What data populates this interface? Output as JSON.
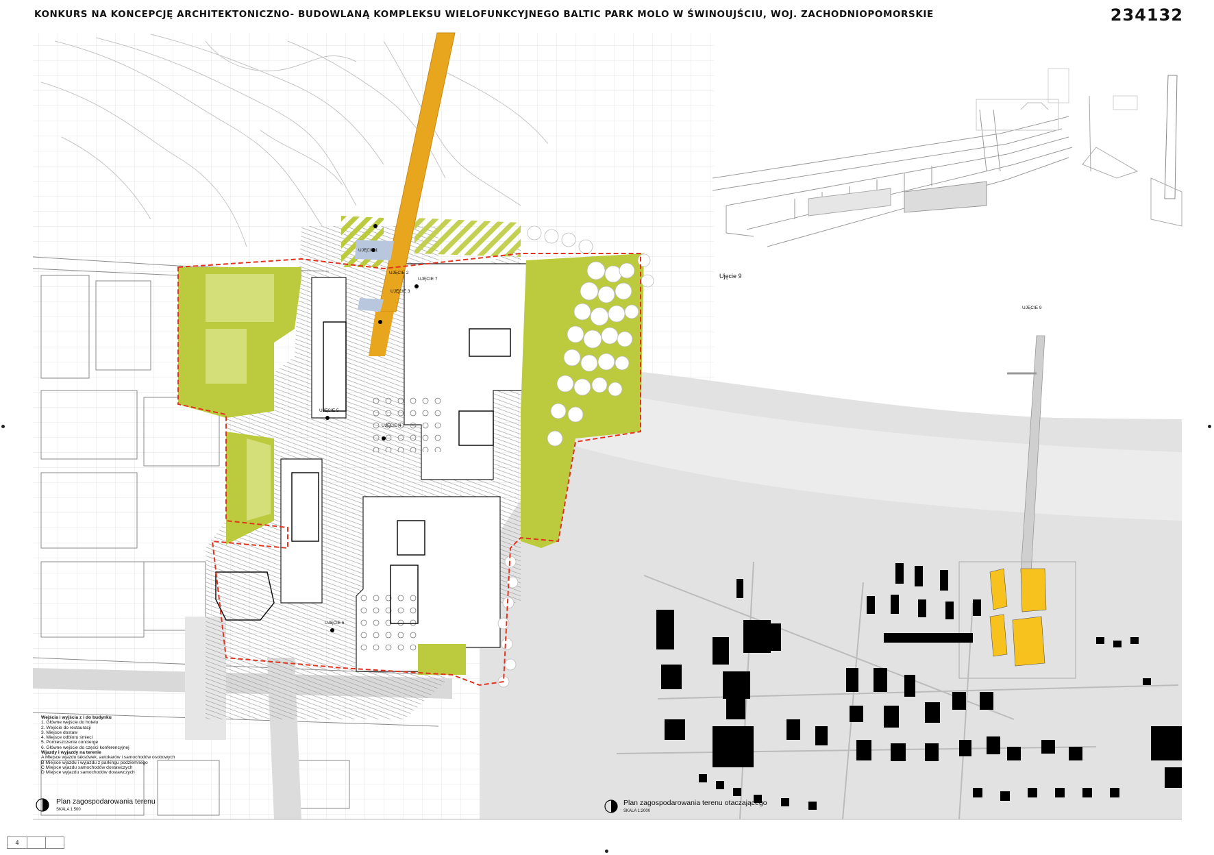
{
  "header": {
    "title": "KONKURS NA KONCEPCJĘ ARCHITEKTONICZNO- BUDOWLANĄ KOMPLEKSU WIELOFUNKCYJNEGO BALTIC PARK MOLO W ŚWINOUJŚCIU, WOJ. ZACHODNIOPOMORSKIE",
    "code": "234132"
  },
  "viewpoints": [
    "UJĘCIE 1",
    "UJĘCIE 2",
    "UJĘCIE 3",
    "UJĘCIE 4",
    "UJĘCIE 5",
    "UJĘCIE 6",
    "UJĘCIE 7",
    "UJĘCIE 9"
  ],
  "perspective_caption": "Ujęcie 9",
  "legend": {
    "heading1": "Wejścia i wyjścia z i do budynku",
    "items1": [
      "1.  Główne wejście do hotelu",
      "2.  Wejście do restauracji",
      "3.  Miejsce dostaw",
      "4.  Miejsce odbioru śmieci",
      "5.  Pomieszczenie concierge",
      "6.  Główne wejście do części konferencyjnej"
    ],
    "heading2": "Wjazdy i wyjazdy na terenie",
    "items2": [
      "A  Miejsce wjazdu taksówek, autokarów i samochodów osobowych",
      "B  Miejsce wjazdu i wyjazdu z parkingu podziemnego",
      "C  Miejsce wjazdu samochodów dostawczych",
      "D  Miejsce wyjazdu samochodów dostawczych"
    ]
  },
  "plan_site": {
    "caption": "Plan zagospodarowania terenu",
    "scale": "SKALA 1:500"
  },
  "plan_context": {
    "caption": "Plan zagospodarowania terenu otaczającego",
    "scale": "SKALA 1:2000"
  },
  "page": {
    "number": "4"
  },
  "colors": {
    "green": "#bccb3e",
    "lightgreen": "#d5df7a",
    "orange": "#e8a51e",
    "yellow": "#f7c21d",
    "red_boundary": "#e2331f",
    "sea": "#e3e3e3"
  }
}
